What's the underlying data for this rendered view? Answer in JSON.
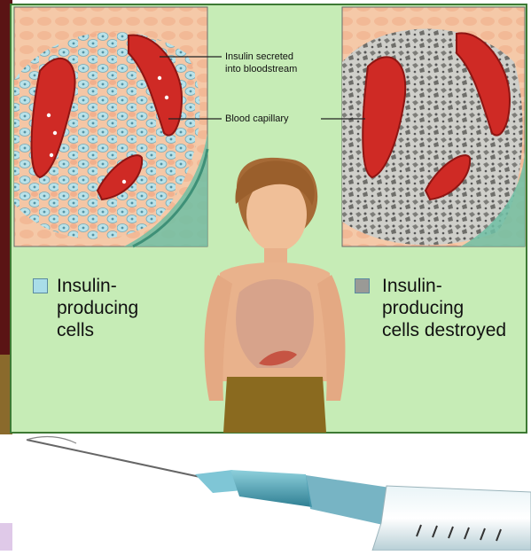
{
  "callouts": {
    "insulin_secreted": "Insulin secreted\ninto bloodstream",
    "blood_capillary": "Blood capillary"
  },
  "legend": {
    "left": "Insulin-\nproducing\ncells",
    "right": "Insulin-\nproducing\ncells destroyed"
  },
  "colors": {
    "panel_background": "#c6ecb6",
    "healthy_cell": "#a9dde8",
    "tissue": "#f3c3a4",
    "destroyed_cell": "#9a9a96",
    "capillary": "#cf2a25",
    "frame_left": "#5a1414"
  }
}
